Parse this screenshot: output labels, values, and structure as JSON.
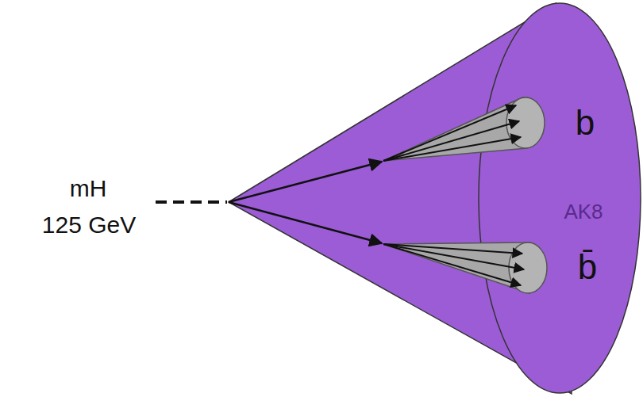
{
  "diagram": {
    "nodes": [
      {
        "text": [
          "AK8"
        ]
      },
      {
        "text": [
          "b̄"
        ],
        "in": 0
      },
      {
        "text": [
          "b"
        ],
        "in": 0
      }
    ],
    "labels": [
      "mH",
      "125 GeV"
    ]
  }
}
